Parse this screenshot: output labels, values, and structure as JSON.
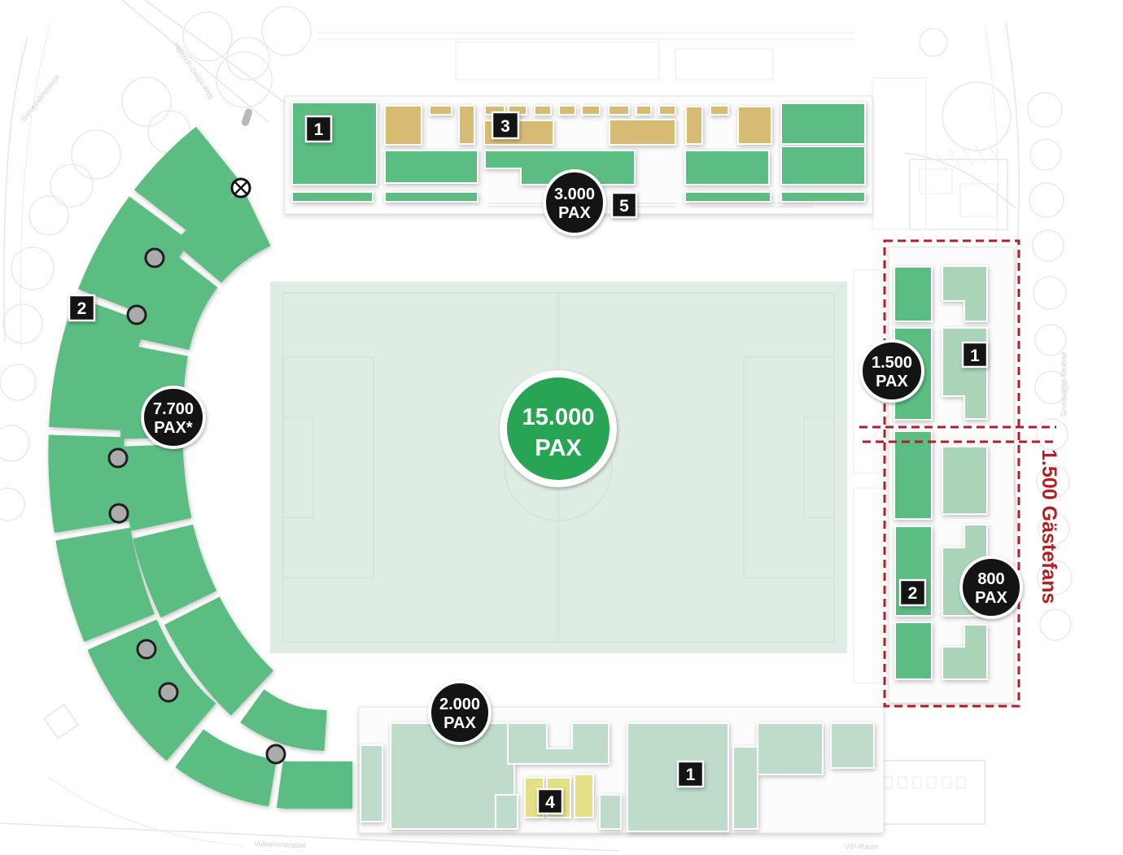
{
  "colors": {
    "stand_green": "#5bbd82",
    "stand_pale": "#bedcc9",
    "guest_pale": "#a9d4b8",
    "pitch": "#dfece3",
    "pitch_line": "#d3e5d9",
    "tan": "#d8bb73",
    "yellow": "#e3e085",
    "red": "#b01f24",
    "badge_black": "#141414",
    "badge_green": "#28a455",
    "dot_gray": "#ababab"
  },
  "badges": {
    "center": {
      "line1": "15.000",
      "line2": "PAX"
    },
    "north": {
      "line1": "3.000",
      "line2": "PAX"
    },
    "west": {
      "line1": "7.700",
      "line2": "PAX*"
    },
    "east_upper": {
      "line1": "1.500",
      "line2": "PAX"
    },
    "east_lower": {
      "line1": "800",
      "line2": "PAX"
    },
    "south": {
      "line1": "2.000",
      "line2": "PAX"
    }
  },
  "plates": {
    "north_block1": "1",
    "north_block3": "3",
    "north_block5": "5",
    "west_block2": "2",
    "east_block1": "1",
    "east_block2": "2",
    "south_block4": "4",
    "south_block1": "1"
  },
  "guest_label": "1.500 Gästefans",
  "street_labels": {
    "north_west": "Heinrich-Zwehl-Weg",
    "west": "Gemeindestrasse",
    "east": "Grunwalder Strasse",
    "south": "Vulkanerstrasse",
    "vip": "VIP-Raum"
  }
}
